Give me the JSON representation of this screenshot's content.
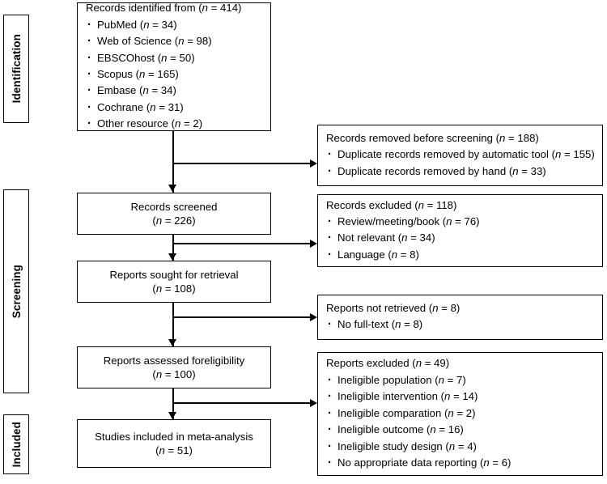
{
  "diagram": {
    "type": "prisma-flow-diagram",
    "phases": [
      {
        "id": "identification",
        "label": "Identification"
      },
      {
        "id": "screening",
        "label": "Screening"
      },
      {
        "id": "included",
        "label": "Included"
      }
    ],
    "nodes": {
      "records_identified": {
        "title": "Records identified from (n = 414)",
        "items": [
          "PubMed (n = 34)",
          "Web of Science (n = 98)",
          "EBSCOhost (n = 50)",
          "Scopus (n = 165)",
          "Embase (n = 34)",
          "Cochrane (n = 31)",
          "Other resource (n = 2)"
        ]
      },
      "records_removed": {
        "title": "Records removed before screening (n = 188)",
        "items": [
          "Duplicate records removed by automatic tool (n = 155)",
          "Duplicate records removed by hand (n = 33)"
        ]
      },
      "records_screened": {
        "title": "Records screened",
        "sub": "(n = 226)"
      },
      "records_excluded": {
        "title": "Records excluded (n = 118)",
        "items": [
          "Review/meeting/book (n = 76)",
          "Not relevant (n = 34)",
          "Language (n = 8)"
        ]
      },
      "reports_sought": {
        "title": "Reports sought for retrieval",
        "sub": "(n = 108)"
      },
      "reports_not_retrieved": {
        "title": "Reports not retrieved (n = 8)",
        "items": [
          "No full-text (n = 8)"
        ]
      },
      "reports_assessed": {
        "title": "Reports assessed foreligibility",
        "sub": "(n = 100)"
      },
      "reports_excluded": {
        "title": "Reports excluded (n = 49)",
        "items": [
          "Ineligible population (n = 7)",
          "Ineligible intervention (n = 14)",
          "Ineligible comparation (n = 2)",
          "Ineligible outcome (n = 16)",
          "Ineligible study design (n = 4)",
          "No appropriate data reporting (n = 6)"
        ]
      },
      "studies_included": {
        "title": "Studies included in meta-analysis",
        "sub": "(n = 51)"
      }
    },
    "colors": {
      "line": "#000000",
      "box_border": "#000000",
      "box_fill": "#ffffff",
      "text": "#000000"
    }
  }
}
